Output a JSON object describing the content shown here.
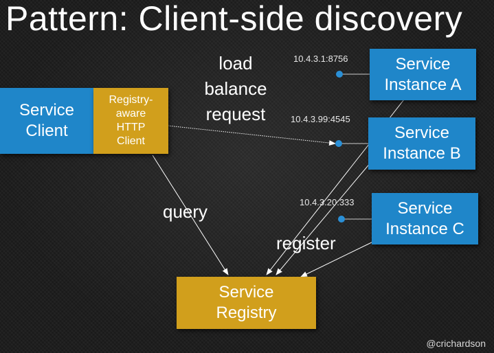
{
  "title": "Pattern: Client-side discovery",
  "service_client": "Service\nClient",
  "http_client": "Registry-\naware\nHTTP\nClient",
  "instances": [
    {
      "label": "Service\nInstance A",
      "address": "10.4.3.1:8756"
    },
    {
      "label": "Service\nInstance B",
      "address": "10.4.3.99:4545"
    },
    {
      "label": "Service\nInstance C",
      "address": "10.4.3.20:333"
    }
  ],
  "registry": "Service\nRegistry",
  "labels": {
    "load_balance": "load\nbalance\nrequest",
    "query": "query",
    "register": "register"
  },
  "credit": "@crichardson",
  "colors": {
    "blue": "#1f86c9",
    "gold": "#d19f1c",
    "background": "#1b1b1b",
    "port_dot": "#2a8fd6"
  }
}
